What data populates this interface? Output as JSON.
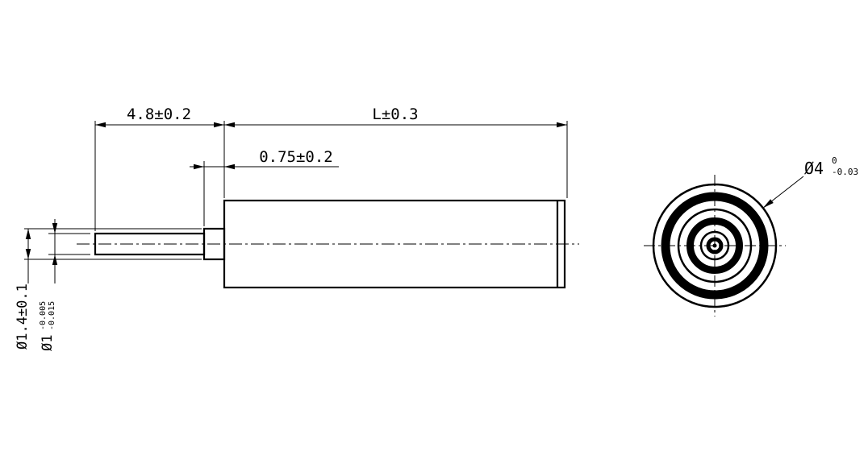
{
  "drawing": {
    "colors": {
      "line": "#000000",
      "background": "#ffffff"
    },
    "dims": {
      "shaft_length": "4.8±0.2",
      "body_length": "L±0.3",
      "boss_width": "0.75±0.2",
      "boss_diameter": "Ø1.4±0.1",
      "shaft_dia_nominal": "Ø1",
      "shaft_dia_tol_upper": "-0.005",
      "shaft_dia_tol_lower": "-0.015",
      "body_dia_nominal": "Ø4",
      "body_dia_tol_upper": "0",
      "body_dia_tol_lower": "-0.03"
    }
  }
}
